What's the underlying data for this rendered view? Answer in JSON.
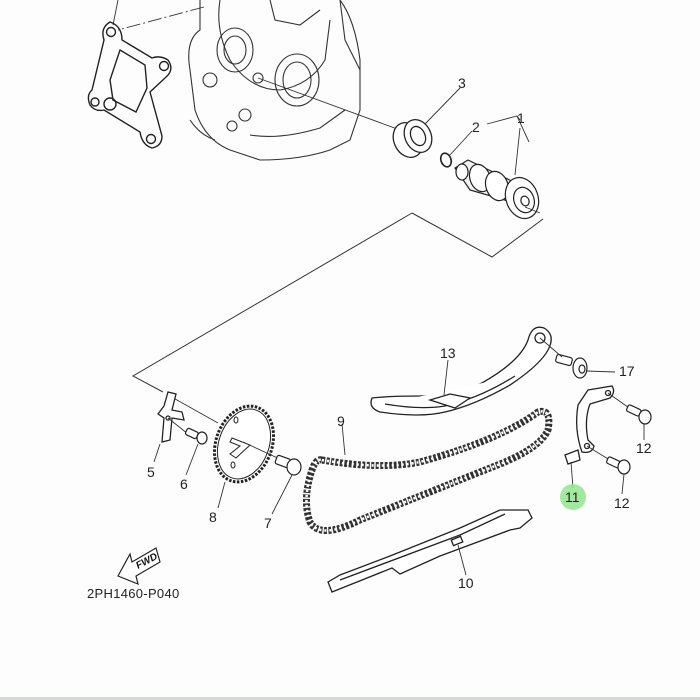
{
  "diagram": {
    "type": "exploded-parts-diagram",
    "subject": "camshaft and timing chain",
    "diagram_code": "2PH1460-P040",
    "direction_indicator": "FWD",
    "highlight_color": "#8ee88a",
    "line_color": "#222222",
    "background": "#fdfdfd"
  },
  "parts": [
    {
      "number": "1",
      "name": "camshaft"
    },
    {
      "number": "2",
      "name": "o-ring"
    },
    {
      "number": "3",
      "name": "bearing"
    },
    {
      "number": "5",
      "name": "decompressor lever"
    },
    {
      "number": "6",
      "name": "bolt"
    },
    {
      "number": "7",
      "name": "bolt"
    },
    {
      "number": "8",
      "name": "cam sprocket"
    },
    {
      "number": "9",
      "name": "timing chain"
    },
    {
      "number": "10",
      "name": "chain guide (intake)"
    },
    {
      "number": "11",
      "name": "stopper guide",
      "highlighted": true
    },
    {
      "number": "12",
      "name": "bolt"
    },
    {
      "number": "12",
      "name": "bolt"
    },
    {
      "number": "13",
      "name": "chain guide (exhaust)"
    },
    {
      "number": "17",
      "name": "bolt"
    }
  ],
  "labels": {
    "p1": "1",
    "p2": "2",
    "p3": "3",
    "p5": "5",
    "p6": "6",
    "p7": "7",
    "p8": "8",
    "p9": "9",
    "p10": "10",
    "p11": "11",
    "p12a": "12",
    "p12b": "12",
    "p13": "13",
    "p17": "17"
  }
}
